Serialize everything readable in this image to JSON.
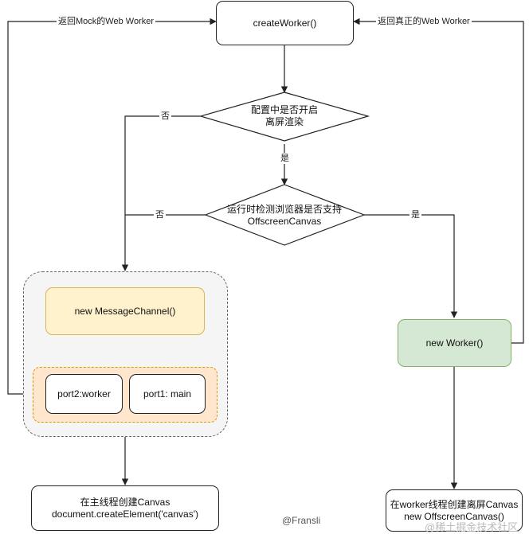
{
  "nodes": {
    "create_worker": "createWorker()",
    "decision_config": [
      "配置中是否开启",
      "离屏渲染"
    ],
    "decision_runtime": [
      "运行时检测浏览器是否支持",
      "OffscreenCanvas"
    ],
    "message_channel": "new MessageChannel()",
    "port2": "port2:worker",
    "port1": "port1: main",
    "new_worker": "new Worker()",
    "main_canvas": [
      "在主线程创建Canvas",
      "document.createElement('canvas')"
    ],
    "worker_canvas": [
      "在worker线程创建离屏Canvas",
      "new OffscreenCanvas()"
    ]
  },
  "edge_labels": {
    "return_mock": "返回Mock的Web Worker",
    "return_real": "返回真正的Web Worker",
    "config_no": "否",
    "config_yes": "是",
    "runtime_no": "否",
    "runtime_yes": "是"
  },
  "watermarks": {
    "author": "@Fransli",
    "site": "@稀土掘金技术社区"
  },
  "colors": {
    "line": "#222222",
    "message_channel_fill": "#fff2cc",
    "message_channel_border": "#d6b656",
    "port_group_fill": "#ffe6cc",
    "port_group_border": "#d79b00",
    "worker_fill": "#d5e8d4",
    "worker_border": "#82b366",
    "outer_group_fill": "#f5f5f5"
  }
}
